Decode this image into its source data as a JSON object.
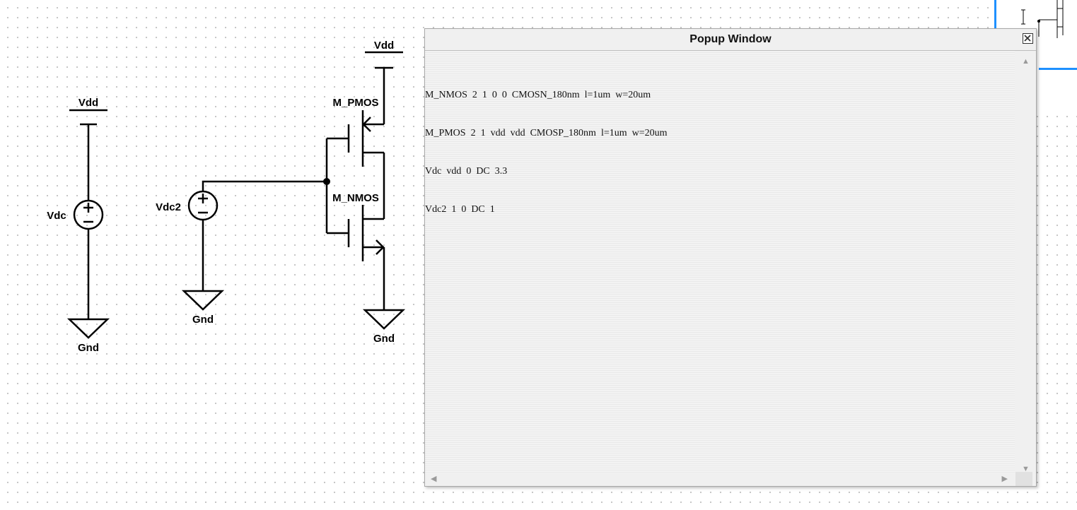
{
  "schematic": {
    "labels": {
      "vdd_left": "Vdd",
      "vdc": "Vdc",
      "gnd_left": "Gnd",
      "vdc2": "Vdc2",
      "gnd_mid": "Gnd",
      "vdd_right": "Vdd",
      "pmos": "M_PMOS",
      "nmos": "M_NMOS",
      "gnd_right": "Gnd"
    }
  },
  "popup": {
    "title": "Popup Window",
    "netlist": [
      "M_NMOS  2  1  0  0  CMOSN_180nm  l=1um  w=20um",
      "M_PMOS  2  1  vdd  vdd  CMOSP_180nm  l=1um  w=20um",
      "Vdc  vdd  0  DC  3.3",
      "Vdc2  1  0  DC  1"
    ]
  },
  "icons": {
    "close": "close-icon",
    "scroll_up": "scroll-up-arrow-icon",
    "scroll_down": "scroll-down-arrow-icon",
    "scroll_left": "scroll-left-arrow-icon",
    "scroll_right": "scroll-right-arrow-icon"
  },
  "colors": {
    "accent": "#1e90ff",
    "grid_dot": "#c4c4c4",
    "wire": "#000000"
  }
}
